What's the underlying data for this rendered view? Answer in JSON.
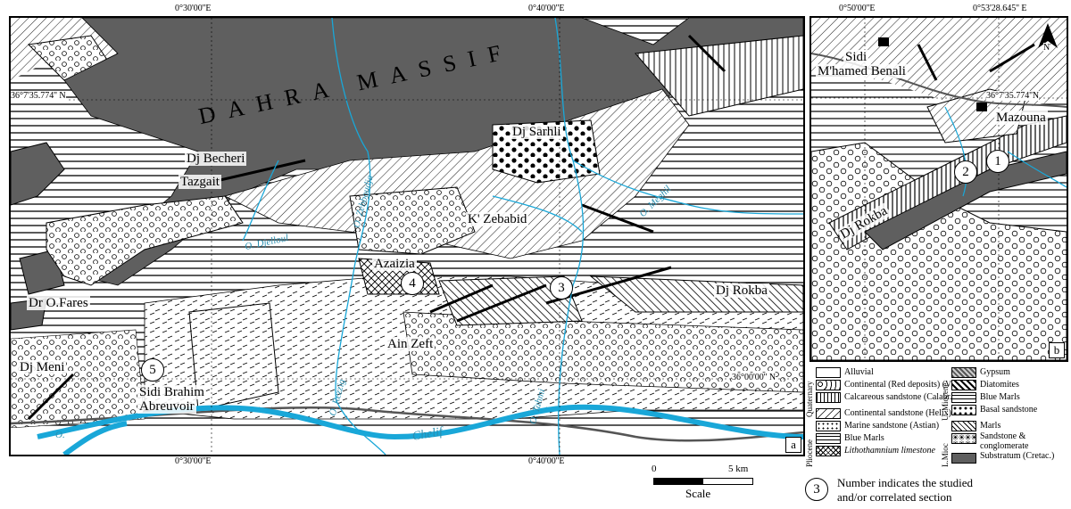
{
  "map_a": {
    "panel_letter": "a",
    "coords_top": [
      "0°30'00''E",
      "0°40'00''E"
    ],
    "coords_bottom": [
      "0°30'00''E",
      "0°40'00''E"
    ],
    "lat_top": "36°7'35.774'' N",
    "lat_bottom": "36°00'00'' N",
    "labels": {
      "dahra": "DAHRA MASSIF",
      "dj_sarhli": "Dj Sarhli",
      "dj_becheri": "Dj Becheri",
      "tazgait": "Tazgait",
      "k_zebabid": "K' Zebabid",
      "azaizia": "Azaizia",
      "dj_rokba": "Dj Rokba",
      "dr_ofares": "Dr O.Fares",
      "ain_zeft": "Ain Zeft",
      "dj_meni": "Dj Meni",
      "sidi_brahim": "Sidi Brahim",
      "abreuvoir": "Abreuvoir"
    },
    "rivers": {
      "djelloul": "O. Djelloul",
      "zebboudja": "O. Zebboudja",
      "rezzig": "O. Rezzig",
      "tahmi": "O. Tahmi",
      "meghil": "O. Meghil",
      "chelif": "Chelif",
      "o_left": "O."
    },
    "sections": [
      "3",
      "4",
      "5"
    ]
  },
  "map_b": {
    "panel_letter": "b",
    "coords_top": [
      "0°50'00''E",
      "0°53'28.645'' E"
    ],
    "lat": "36°7'35.774''N",
    "north": "N",
    "labels": {
      "sidi": "Sidi",
      "mhamed": "M'hamed Benali",
      "mazouna": "Mazouna",
      "dj_rokba": "Dj Rokba"
    },
    "sections": [
      "2",
      "1"
    ]
  },
  "legend": {
    "groups": {
      "quaternary": "Quaternary",
      "pliocene": "Pliocene",
      "u_miocene": "U. Miocene",
      "l_miocene": "L.Mioc"
    },
    "left": [
      "Alluvial",
      "Continental (Red deposits) (Villafr.)",
      "Calcareous sandstone (Calabr.)",
      "Continental sandstone (Helix)",
      "Marine sandstone (Astian)",
      "Blue Marls",
      "Lithothamnium limestone"
    ],
    "right": [
      "Gypsum",
      "Diatomites",
      "Blue Marls",
      "Basal sandstone",
      "Marls",
      "Sandstone & conglomerate",
      "Substratum (Cretac.)"
    ]
  },
  "scale": {
    "zero": "0",
    "max": "5 km",
    "title": "Scale"
  },
  "note": {
    "number": "3",
    "text_line1": "Number indicates the studied",
    "text_line2": "and/or correlated section"
  },
  "colors": {
    "substratum": "#5f5f5f",
    "river": "#19a7d8",
    "frame": "#000000"
  }
}
